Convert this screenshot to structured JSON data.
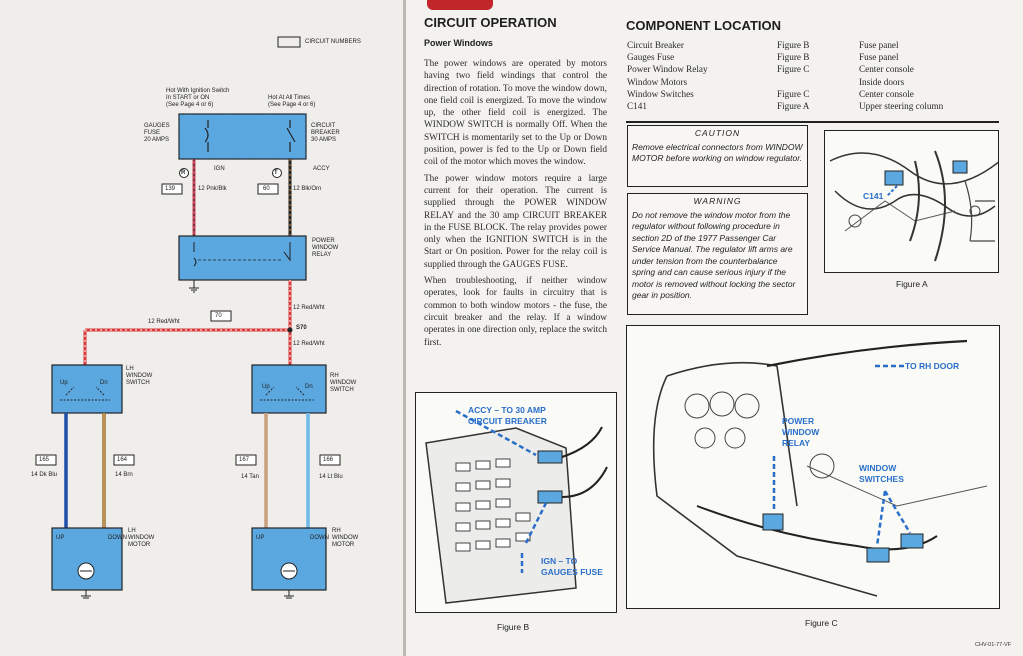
{
  "wiring": {
    "circuit_numbers_legend": "CIRCUIT NUMBERS",
    "hot_ign_label": [
      "Hot With Ignition Switch",
      "In START or ON",
      "(See Page 4 or 6)"
    ],
    "hot_all_label": [
      "Hot At All Times",
      "(See Page 4 or 6)"
    ],
    "gauges_fuse": [
      "GAUGES",
      "FUSE",
      "20 AMPS"
    ],
    "circuit_breaker": [
      "CIRCUIT",
      "BREAKER",
      "30 AMPS"
    ],
    "terminal_r": "R",
    "terminal_ign": "IGN",
    "terminal_t": "T",
    "terminal_accy": "ACCY",
    "circuit_139": "139",
    "wire_pnk_blk": "12 Pnk/Blk",
    "circuit_60": "60",
    "wire_blk_orn": "12 Blk/Orn",
    "power_window_relay": [
      "POWER",
      "WINDOW",
      "RELAY"
    ],
    "wire_red_wht_a": "12 Red/Wht",
    "wire_red_wht_b": "12 Red/Wht",
    "circuit_70": "70",
    "splice_s70": "S70",
    "wire_red_wht_c": "12 Red/Wht",
    "lh_switch": [
      "LH",
      "WINDOW",
      "SWITCH"
    ],
    "rh_switch": [
      "RH",
      "WINDOW",
      "SWITCH"
    ],
    "up": "Up",
    "dn": "Dn",
    "circuit_165": "165",
    "wire_165": "14 Dk Blu",
    "circuit_164": "164",
    "wire_164": "14 Brn",
    "circuit_167": "167",
    "wire_167": "14 Tan",
    "circuit_166": "166",
    "wire_166": "14 Lt Blu",
    "motor_up": "UP",
    "motor_down": "DOWN",
    "lh_motor": [
      "LH",
      "WINDOW",
      "MOTOR"
    ],
    "rh_motor": [
      "RH",
      "WINDOW",
      "MOTOR"
    ]
  },
  "circuit_operation": {
    "title": "CIRCUIT OPERATION",
    "subtitle": "Power Windows",
    "paragraphs": [
      "The power windows are operated by motors having two field windings that control the direction of rotation. To move the window down, one field coil is energized. To move the window up, the other field coil is energized. The WINDOW SWITCH is normally Off. When the SWITCH is momentarily set to the Up or Down position, power is fed to the Up or Down field coil of the motor which moves the window.",
      "The power window motors require a large current for their operation. The current is supplied through the POWER WINDOW RELAY and the 30 amp CIRCUIT BREAKER in the FUSE BLOCK. The relay provides power only when the IGNITION SWITCH is in the Start or On position. Power for the relay coil is supplied through the GAUGES FUSE.",
      "When troubleshooting, if neither window operates, look for faults in circuitry that is common to both window motors - the fuse, the circuit breaker and the relay. If a window operates in one direction only, replace the switch first."
    ]
  },
  "component_location": {
    "title": "COMPONENT LOCATION",
    "rows": [
      {
        "component": "Circuit Breaker",
        "figure": "Figure B",
        "location": "Fuse panel"
      },
      {
        "component": "Gauges Fuse",
        "figure": "Figure B",
        "location": "Fuse panel"
      },
      {
        "component": "Power Window Relay",
        "figure": "Figure C",
        "location": "Center console"
      },
      {
        "component": "Window Motors",
        "figure": "",
        "location": "Inside doors"
      },
      {
        "component": "Window Switches",
        "figure": "Figure C",
        "location": "Center console"
      },
      {
        "component": "C141",
        "figure": "Figure A",
        "location": "Upper steering column"
      }
    ]
  },
  "caution": {
    "title": "CAUTION",
    "text": "Remove electrical connectors from WINDOW MOTOR before working on window regulator."
  },
  "warning": {
    "title": "WARNING",
    "text": "Do not remove the window motor from the regulator without following procedure in section 2D of the 1977 Passenger Car Service Manual. The regulator lift arms are under tension from the counterbalance spring and can cause serious injury if the motor is removed without locking the sector gear in position."
  },
  "figure_a": {
    "caption": "Figure A",
    "callout": "C141"
  },
  "figure_b": {
    "caption": "Figure B",
    "callout_accy": "ACCY – TO 30 AMP CIRCUIT BREAKER",
    "callout_ign": "IGN – TO GAUGES FUSE"
  },
  "figure_c": {
    "caption": "Figure C",
    "to_rh_door": "TO RH DOOR",
    "relay": "POWER WINDOW RELAY",
    "switches": "WINDOW SWITCHES"
  },
  "page_code": "CHV-01-77-VF",
  "colors": {
    "accent": "#2a6fc9",
    "component_fill": "#5ba8e0",
    "red_wire": "#d83a3a"
  }
}
